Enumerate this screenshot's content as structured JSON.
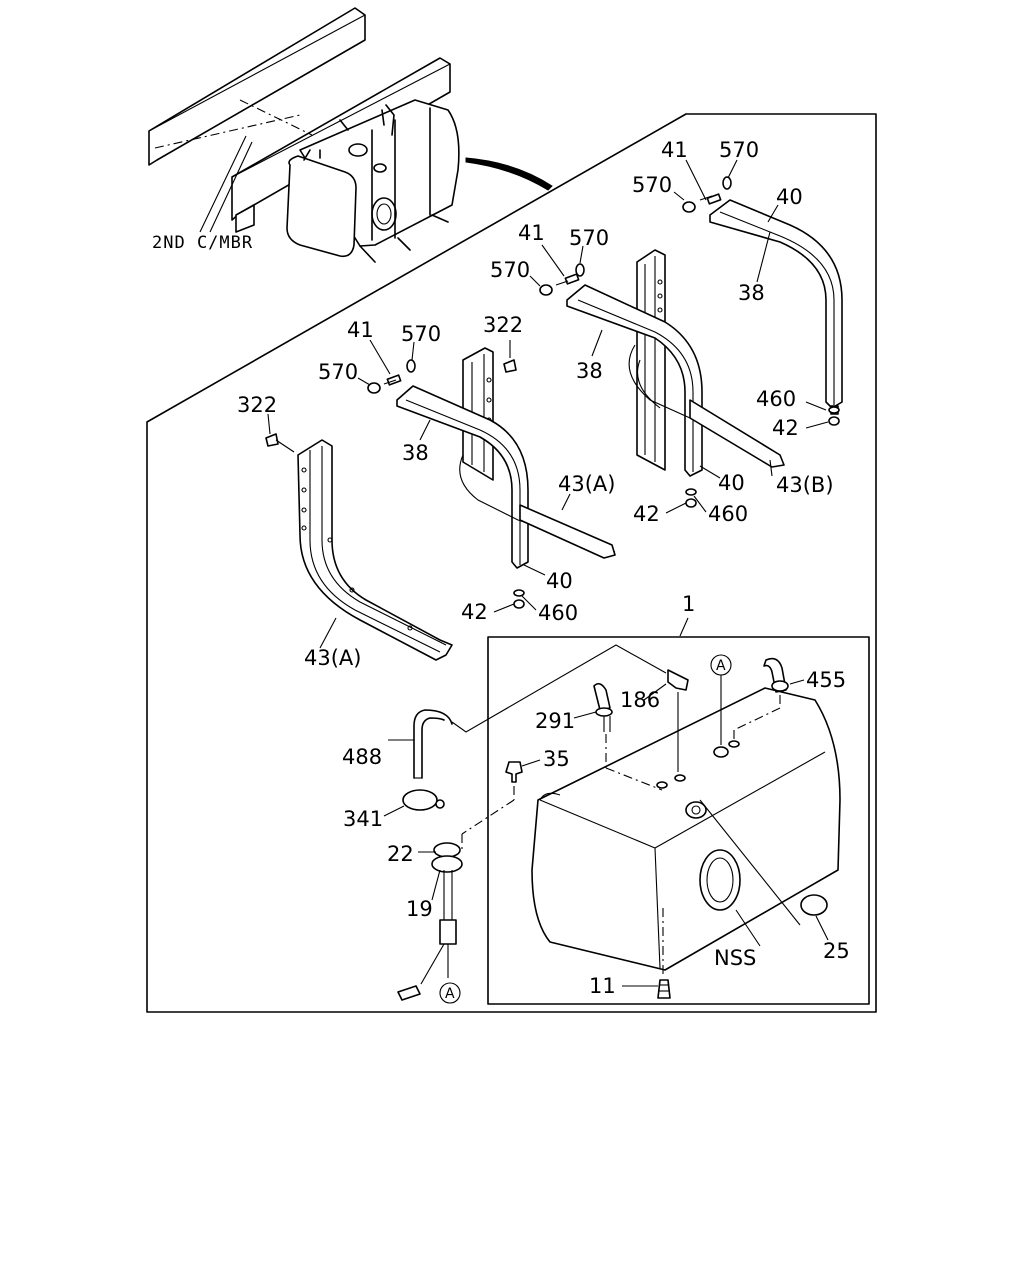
{
  "diagram": {
    "labels": {
      "second_cross_member": "2ND C/MBR",
      "p41_a": "41",
      "p570_a1": "570",
      "p570_a2": "570",
      "p40_a": "40",
      "p38_a": "38",
      "p41_b": "41",
      "p570_b1": "570",
      "p570_b2": "570",
      "p38_b": "38",
      "p460_a": "460",
      "p42_a": "42",
      "p43b": "43(B)",
      "p40_b": "40",
      "p42_b": "42",
      "p460_b": "460",
      "p41_c": "41",
      "p570_c1": "570",
      "p570_c2": "570",
      "p322_a": "322",
      "p38_c": "38",
      "p322_b": "322",
      "p43a_a": "43(A)",
      "p40_c": "40",
      "p42_c": "42",
      "p460_c": "460",
      "p43a_b": "43(A)",
      "p1": "1",
      "p455": "455",
      "p186": "186",
      "p291": "291",
      "p488": "488",
      "p35": "35",
      "p341": "341",
      "p22": "22",
      "p19": "19",
      "p25": "25",
      "pnss": "NSS",
      "p11": "11",
      "ref_a1": "A",
      "ref_a2": "A"
    }
  }
}
